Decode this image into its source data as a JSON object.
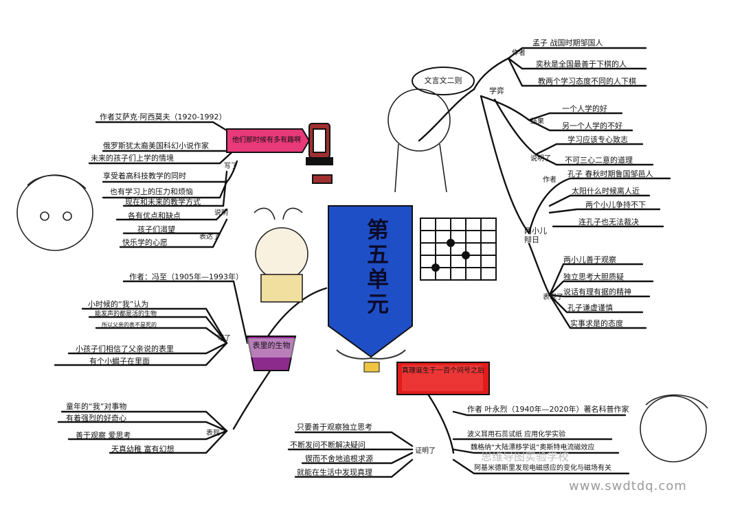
{
  "center": {
    "title": "第五单元"
  },
  "topics": {
    "wenyan": {
      "label": "文言文二则",
      "xueyi": {
        "label": "学弈",
        "zuozhe_tag": "作者",
        "zuozhe": "孟子 战国时期邹国人",
        "line2": "奕秋是全国最善于下棋的人",
        "line3": "教两个学习态度不同的人下棋",
        "jieguo_tag": "结果",
        "jieguo": [
          "一个人学的好",
          "另一个人学的不好"
        ],
        "shuoming_tag": "说明了",
        "shuoming": [
          "学习应该专心致志",
          "不可三心二意的道理"
        ]
      },
      "liangxiaoer": {
        "label": "两小儿辩日",
        "zuozhe_tag": "作者",
        "zuozhe": "孔子 春秋时期鲁国邹邑人",
        "lines": [
          "太阳什么时候离人近",
          "两个小儿争持不下",
          "连孔子也无法裁决"
        ],
        "biaoxian_tag": "表现了",
        "biaoxian": [
          "两小儿善于观察",
          "独立思考大胆质疑",
          "说话有理有据的精神",
          "孔子谦虚谨慎",
          "实事求是的态度"
        ]
      }
    },
    "meishan": {
      "label": "他们那时候有多有趣啊",
      "zuozhe": "作者艾萨克·阿西莫夫（1920-1992）",
      "lines": [
        "俄罗斯犹太裔美国科幻小说作家",
        "未来的孩子们上学的情境"
      ],
      "tag1": "写了",
      "lines2": [
        "享受着高科技教学的同时",
        "也有学习上的压力和烦恼"
      ],
      "tag2": "说明",
      "lines3": [
        "现在和未来的教学方式",
        "各有优点和缺点"
      ],
      "tag3": "表达了",
      "lines4": [
        "孩子们渴望",
        "快乐学的心愿"
      ]
    },
    "yishou": {
      "label": "表里的生物",
      "zuozhe": "作者：冯至（1905年—1993年）",
      "tag1": "写了",
      "lines": [
        "小时候的“我”认为",
        "能发声的都是活的生物",
        "所以父亲的表不是死的",
        "小孩子们相信了父亲说的表里",
        "有个小蝎子在里面"
      ],
      "tag2": "表现了",
      "lines2": [
        "童年的“我”对事物",
        "有着强烈的好奇心",
        "善于观察 爱思考",
        "天真幼稚 富有幻想"
      ]
    },
    "kexue": {
      "label": "真理诞生于一百个问号之后",
      "zuozhe": "作者 叶永烈（1940年—2020年）著名科普作家",
      "lines": [
        "波义耳用石蕊试纸 应用化学实验",
        "魏格纳“大陆漂移学说”奥斯特电流磁效应",
        "阿基米德斯里发现电磁感应的变化与磁场有关"
      ],
      "tag": "证明了",
      "lines2": [
        "只要善于观察独立思考",
        "不断发问不断解决疑问",
        "锲而不舍地追根求源",
        "就能在生活中发现真理"
      ]
    }
  },
  "watermark": {
    "site": "www.swdtdq.com",
    "brand": "思维导图实验学校"
  }
}
